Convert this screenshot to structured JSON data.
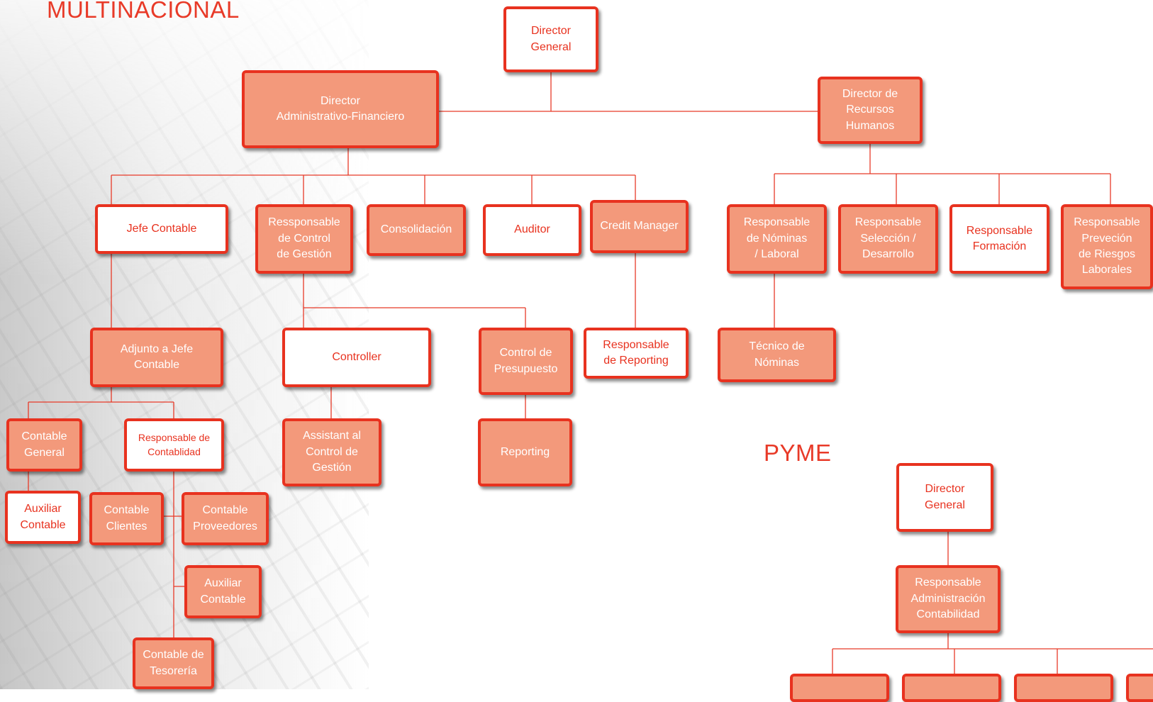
{
  "titles": {
    "multinacional": "MULTINACIONAL",
    "pyme": "PYME"
  },
  "colors": {
    "accent": "#e8321f",
    "box_fill": "#f3997b",
    "box_white": "#ffffff",
    "line": "#e83a28"
  },
  "multinacional": {
    "director_general": "Director\nGeneral",
    "director_admin_fin": "Director\nAdministrativo-Financiero",
    "director_rrhh": "Director de\nRecursos\nHumanos",
    "jefe_contable": "Jefe Contable",
    "resp_control_gestion": "Ressponsable\nde Control\nde Gestión",
    "consolidacion": "Consolidación",
    "auditor": "Auditor",
    "credit_manager": "Credit Manager",
    "resp_nominas": "Responsable\nde Nóminas\n/ Laboral",
    "resp_seleccion": "Responsable\nSelección /\nDesarrollo",
    "resp_formacion": "Responsable\nFormación",
    "resp_riesgos": "Responsable\nPreveción\nde Riesgos\nLaborales",
    "adjunto_jefe": "Adjunto a Jefe\nContable",
    "controller": "Controller",
    "control_presupuesto": "Control de\nPresupuesto",
    "resp_reporting": "Responsable\nde Reporting",
    "tecnico_nominas": "Técnico de\nNóminas",
    "contable_general": "Contable\nGeneral",
    "resp_contabilidad": "Responsable de\nContablidad",
    "assistant_control": "Assistant al\nControl de\nGestión",
    "reporting": "Reporting",
    "auxiliar_contable_1": "Auxiliar\nContable",
    "contable_clientes": "Contable\nClientes",
    "contable_proveedores": "Contable\nProveedores",
    "auxiliar_contable_2": "Auxiliar\nContable",
    "contable_tesoreria": "Contable de\nTesorería"
  },
  "pyme": {
    "director_general": "Director\nGeneral",
    "resp_administracion": "Responsable\nAdministración\nContabilidad"
  }
}
